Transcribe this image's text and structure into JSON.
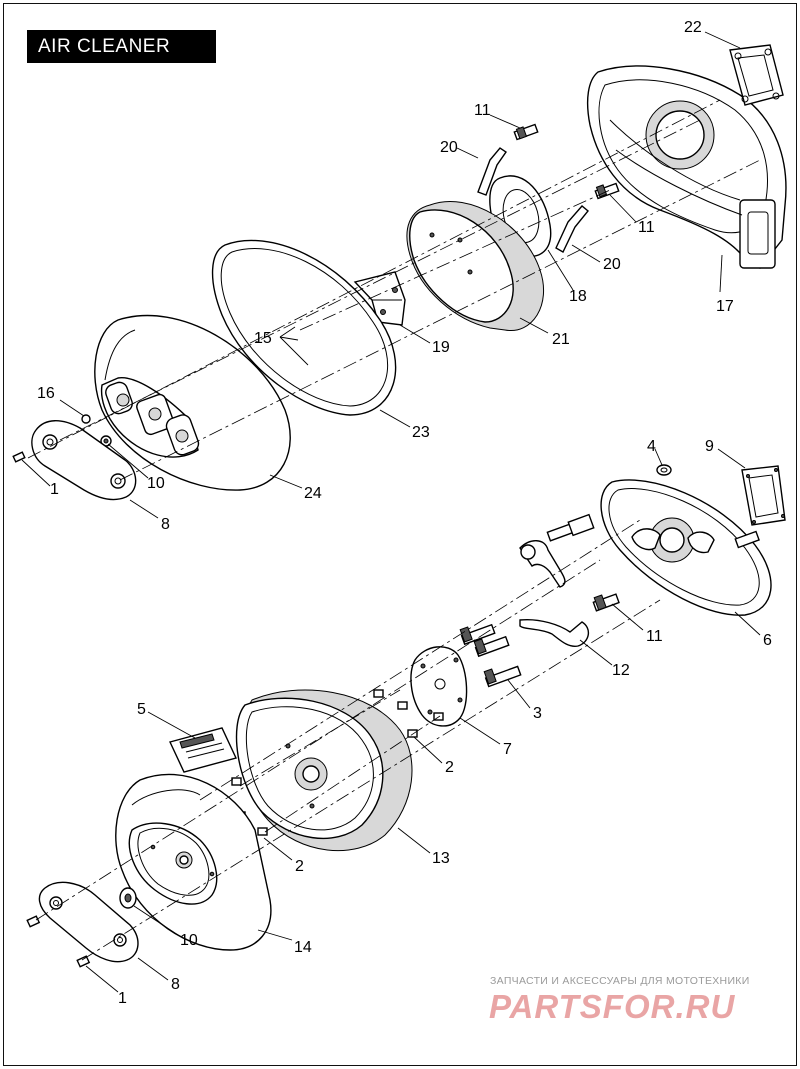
{
  "title": "AIR CLEANER",
  "watermark": {
    "line1": "ЗАПЧАСТИ И АКСЕССУАРЫ ДЛЯ МОТОТЕХНИКИ",
    "line2": "PARTSFOR.RU"
  },
  "callouts": {
    "c22": "22",
    "c11a": "11",
    "c20a": "20",
    "c11b": "11",
    "c20b": "20",
    "c18": "18",
    "c17": "17",
    "c21": "21",
    "c19": "19",
    "c15": "15",
    "c23": "23",
    "c16": "16",
    "c10a": "10",
    "c1a": "1",
    "c24": "24",
    "c8a": "8",
    "c4": "4",
    "c9": "9",
    "c6": "6",
    "c11c": "11",
    "c12": "12",
    "c3": "3",
    "c7": "7",
    "c2a": "2",
    "c5": "5",
    "c13": "13",
    "c2b": "2",
    "c10b": "10",
    "c14": "14",
    "c8b": "8",
    "c1b": "1"
  }
}
